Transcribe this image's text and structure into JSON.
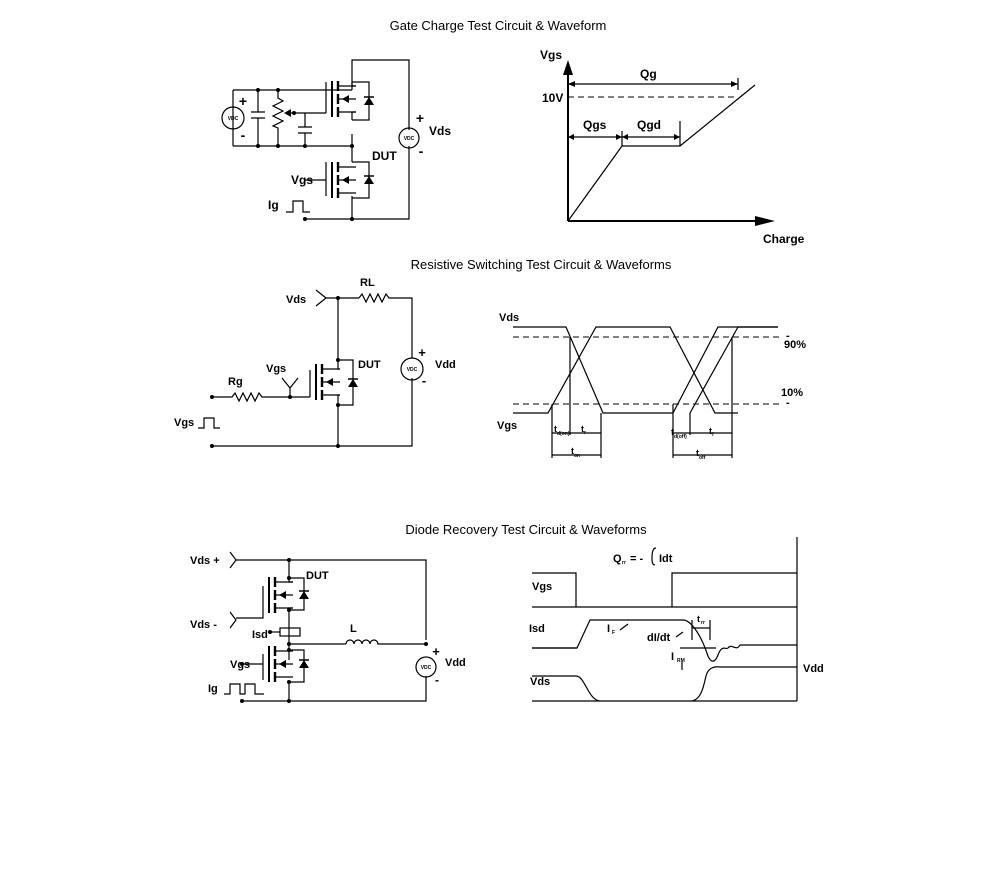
{
  "sections": {
    "gate_charge": {
      "title": "Gate Charge Test Circuit & Waveform",
      "circuit": {
        "vdc_left": "VDC",
        "vdc_right": "VDC",
        "plus_left": "+",
        "minus_left": "-",
        "plus_right": "+",
        "minus_right": "-",
        "vds": "Vds",
        "dut": "DUT",
        "vgs": "Vgs",
        "ig": "Ig"
      },
      "waveform": {
        "y_axis": "Vgs",
        "x_axis": "Charge",
        "level": "10V",
        "qg": "Qg",
        "qgs": "Qgs",
        "qgd": "Qgd"
      }
    },
    "resistive": {
      "title": "Resistive Switching Test Circuit & Waveforms",
      "circuit": {
        "vds": "Vds",
        "rl": "RL",
        "dut": "DUT",
        "vgs_node": "Vgs",
        "rg": "Rg",
        "vgs_in": "Vgs",
        "vdc": "VDC",
        "plus": "+",
        "minus": "-",
        "vdd": "Vdd"
      },
      "waveform": {
        "vds": "Vds",
        "vgs": "Vgs",
        "p90": "90%",
        "p10": "10%",
        "dash_a": "-",
        "dash_b": "-",
        "td_on_t": "t",
        "td_on_s": "d(on)",
        "tr_t": "t",
        "tr_s": "r",
        "ton_t": "t",
        "ton_s": "on",
        "td_off_t": "t",
        "td_off_s": "d(off)",
        "tf_t": "t",
        "tf_s": "f",
        "toff_t": "t",
        "toff_s": "off"
      }
    },
    "diode": {
      "title": "Diode Recovery Test Circuit & Waveforms",
      "circuit": {
        "vds_plus": "Vds +",
        "dut": "DUT",
        "vds_minus": "Vds -",
        "isd": "Isd",
        "l": "L",
        "plus": "+",
        "minus": "-",
        "vdc": "VDC",
        "vdd": "Vdd",
        "vgs": "Vgs",
        "ig": "Ig"
      },
      "waveform": {
        "qrr_q": "Q",
        "qrr_sub": "rr",
        "qrr_rest": "= -",
        "idt": "Idt",
        "vgs": "Vgs",
        "isd": "Isd",
        "if_i": "I",
        "if_sub": "F",
        "didt": "dI/dt",
        "trr_t": "t",
        "trr_sub": "rr",
        "irm_i": "I",
        "irm_sub": "RM",
        "vds": "Vds",
        "vdd": "Vdd"
      }
    }
  }
}
